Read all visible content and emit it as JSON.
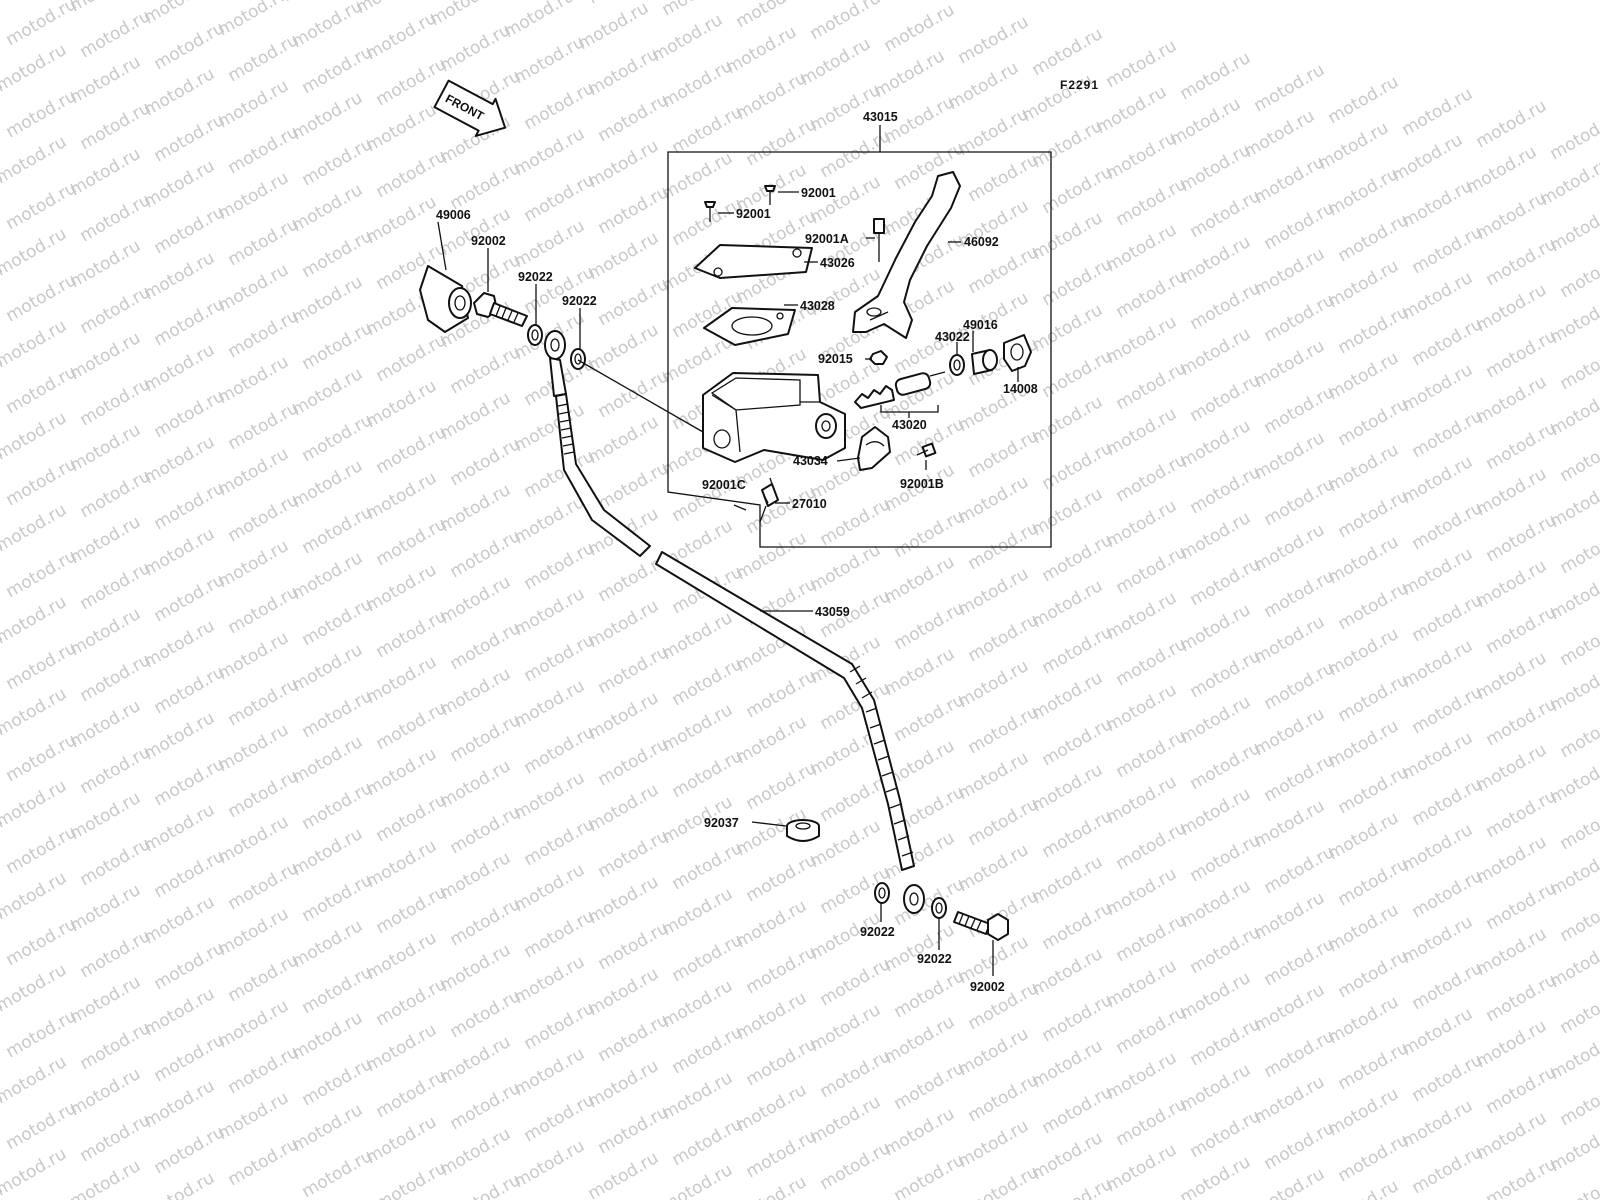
{
  "diagram": {
    "code": "F2291",
    "front_label": "FRONT",
    "watermark": "motod.ru",
    "group_label": "43015",
    "labels": {
      "p92001_a": "92001",
      "p92001_b": "92001",
      "p92001A": "92001A",
      "p46092": "46092",
      "p43026": "43026",
      "p43028": "43028",
      "p49016": "49016",
      "p43022": "43022",
      "p92015": "92015",
      "p14008": "14008",
      "p43020": "43020",
      "p43034": "43034",
      "p92001B": "92001B",
      "p92001C": "92001C",
      "p27010": "27010",
      "p49006": "49006",
      "p92002_top": "92002",
      "p92022_a": "92022",
      "p92022_b": "92022",
      "p43059": "43059",
      "p92037": "92037",
      "p92022_c": "92022",
      "p92022_d": "92022",
      "p92002_bot": "92002"
    }
  }
}
